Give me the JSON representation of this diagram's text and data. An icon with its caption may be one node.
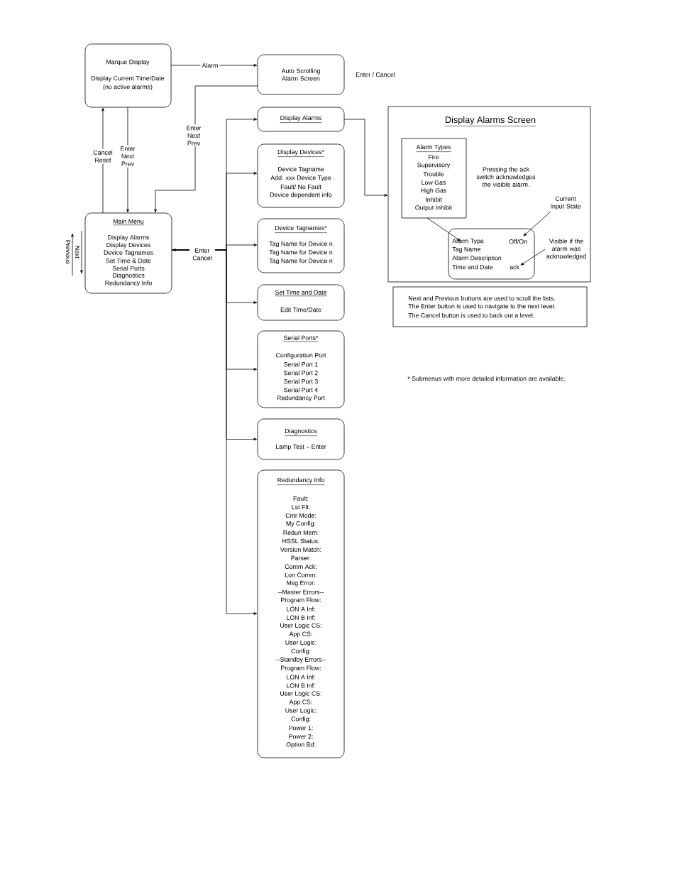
{
  "diagram": {
    "nodes": [
      {
        "text": [
          "Marque Display",
          "Display Current Time/Date",
          "(no active alarms)"
        ]
      },
      {
        "text": [
          "Auto Scrolling Alarm Screen"
        ],
        "beside": [
          "Enter / Cancel"
        ]
      },
      {
        "text": [
          "Main Menu",
          "Display Alarms",
          "Display Devices",
          "Device Tagnames",
          "Set Time & Date",
          "Serial Ports",
          "Diagnostics",
          "Redundancy Info"
        ]
      },
      {
        "text": [
          "Display Alarms"
        ]
      },
      {
        "text": [
          "Display Devices*",
          "Device Tagname",
          "Add: xxx  Device Type",
          "Fault/ No Fault",
          "Device dependent info"
        ]
      },
      {
        "text": [
          "Device Tagnames*",
          "Tag Name for Device n",
          "Tag Name for Device n",
          "Tag Name for Device n"
        ]
      },
      {
        "text": [
          "Set Time and Date",
          "Edit Time/Date"
        ]
      },
      {
        "text": [
          "Serial Ports*",
          "Configuration Port",
          "Serial Port 1",
          "Serial Port 2",
          "Serial Port 3",
          "Serial Port 4",
          "Redundancy Port"
        ]
      },
      {
        "text": [
          "Diagnostics",
          "Lamp Test – Enter"
        ]
      },
      {
        "text": [
          "Redundancy Info",
          "Fault:",
          "Lst Flt:",
          "Cntr Mode:",
          "My Config:",
          "Redun Mem:",
          "HSSL Status:",
          "Version Match:",
          "Parser:",
          "Comm Ack:",
          "Lon Comm:",
          "Msg Error:",
          "--Master Errors--",
          "Program Flow:",
          "LON A Inf:",
          "LON B Inf:",
          "User Logic CS:",
          "App CS:",
          "User Logic:",
          "Config:",
          "--Standby Errors--",
          "Program Flow:",
          "LON A Inf:",
          "LON B Inf:",
          "User Logic CS:",
          "App CS:",
          "User Logic:",
          "Config:",
          "Power 1:",
          "Power 2:",
          "Option Bd:"
        ]
      },
      {
        "text": [
          "Display Alarms Screen"
        ]
      },
      {
        "text": [
          "Alarm Types",
          "Fire",
          "Supervisory",
          "Trouble",
          "Low Gas",
          "High Gas",
          "Inhibit",
          "Output Inhibit"
        ],
        "in": 10
      },
      {
        "text": [
          "Alarm Type",
          "Off/On",
          "Tag Name",
          "Alarm Description",
          "Time and Date",
          "ack"
        ],
        "in": 10
      },
      {
        "text": [
          "Current Input State"
        ],
        "in": 10
      },
      {
        "text": [
          "Visible if the alarm was acknowledged"
        ],
        "in": 10
      },
      {
        "text": [
          "Next and Previous buttons are used to scroll the lists.",
          "The Enter button is used to navigate to the next level.",
          "The Cancel button is used to back out a level."
        ]
      }
    ],
    "edges": [
      {
        "from": 0,
        "to": 1,
        "arrow": "to",
        "label": "Alarm"
      },
      {
        "from": 1,
        "to": 2,
        "arrow": "to",
        "label": "Enter Next Prev"
      },
      {
        "from": 0,
        "to": 2,
        "arrow": "to",
        "label": "Enter Next Prev"
      },
      {
        "from": 2,
        "to": 0,
        "arrow": "to",
        "label": "Cancel Reset"
      },
      {
        "from": 2,
        "to": 3,
        "arrow": "both",
        "label": "Enter Cancel"
      },
      {
        "from": 2,
        "to": 4,
        "arrow": "to"
      },
      {
        "from": 2,
        "to": 5,
        "arrow": "to"
      },
      {
        "from": 2,
        "to": 6,
        "arrow": "to"
      },
      {
        "from": 2,
        "to": 7,
        "arrow": "to"
      },
      {
        "from": 2,
        "to": 8,
        "arrow": "to"
      },
      {
        "from": 2,
        "to": 9,
        "arrow": "to"
      },
      {
        "from": 3,
        "to": 10,
        "arrow": "to"
      },
      {
        "from": 11,
        "to": 12,
        "arrow": "to"
      },
      {
        "from": 13,
        "to": 12,
        "arrow": "to"
      },
      {
        "from": 14,
        "to": 12,
        "arrow": "to"
      }
    ],
    "labels": [
      "Next",
      "Previous",
      "Pressing the ack switch acknowledges the visible alarm.",
      "* Submenus with more detailed information are available."
    ]
  }
}
